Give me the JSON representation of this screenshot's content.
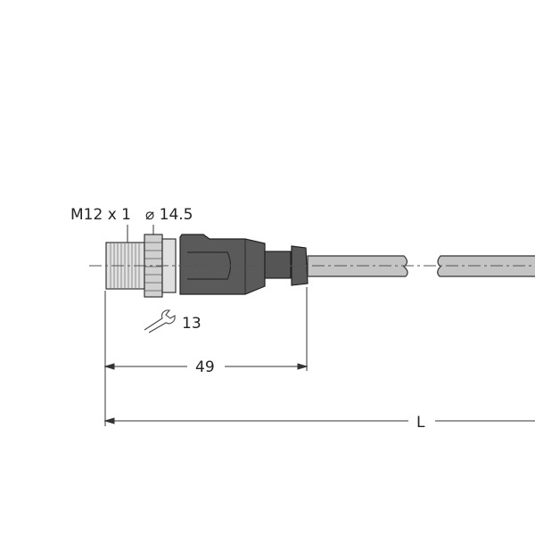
{
  "labels": {
    "thread": "M12 x 1",
    "diameter": "⌀ 14.5",
    "wrench_size": "13",
    "length_connector": "49",
    "length_total": "L"
  },
  "colors": {
    "body": "#5a5a5a",
    "cable": "#c4c4c4",
    "metal": "#d8d8d8",
    "line": "#333333"
  }
}
